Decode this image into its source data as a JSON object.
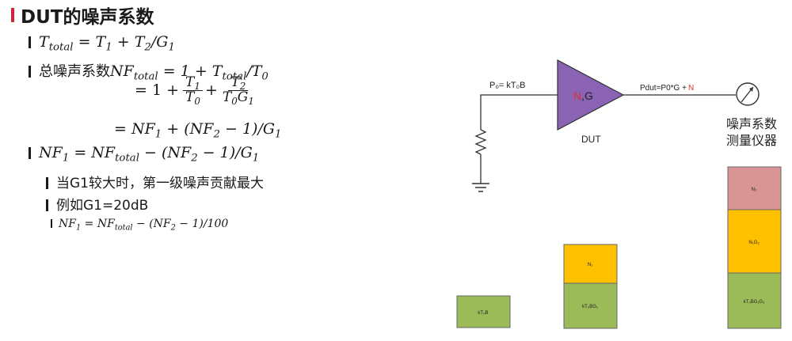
{
  "title": "DUT的噪声系数",
  "formulas": {
    "f1": [
      "T",
      "total",
      " = T",
      "1",
      " + T",
      "2",
      "/G",
      "1"
    ],
    "f2_prefix": "总噪声系数",
    "f2": [
      "NF",
      "total",
      " = 1 + T",
      "total",
      "/T",
      "0"
    ],
    "f3_lead": "= 1 +",
    "f4": [
      "= NF",
      "1",
      " + (NF",
      "2",
      " − 1)/G",
      "1"
    ],
    "f5": [
      "NF",
      "1",
      " = NF",
      "total",
      " − (NF",
      "2",
      " − 1)/G",
      "1"
    ],
    "f6": [
      "NF",
      "1",
      " = NF",
      "total",
      " − (NF",
      "2",
      " − 1)/100"
    ]
  },
  "bullets": {
    "b1": "当G1较大时，第一级噪声贡献最大",
    "b2": "例如G1=20dB"
  },
  "diagram": {
    "source_label": "P₀= kT₀B",
    "amp_label_n": "N",
    "amp_label_rest": ",G",
    "dut_label": "DUT",
    "output_label_main": "Pdut=P0*G +",
    "output_label_n": "N",
    "meter_label_line1": "噪声系数",
    "meter_label_line2": "测量仪器",
    "blocks": {
      "b1_bottom": "kT₀B",
      "b2_top": "N₁",
      "b2_bottom": "kT₀BG₁",
      "b3_top": "N₂",
      "b3_mid": "N₁G₂",
      "b3_bottom": "kT₀BG₁G₂"
    }
  },
  "colors": {
    "accent": "#d1243a",
    "amp_fill": "#8a63b5",
    "green": "#9bbb59",
    "yellow": "#ffc000",
    "pink": "#d99594",
    "red_text": "#e0302f"
  }
}
